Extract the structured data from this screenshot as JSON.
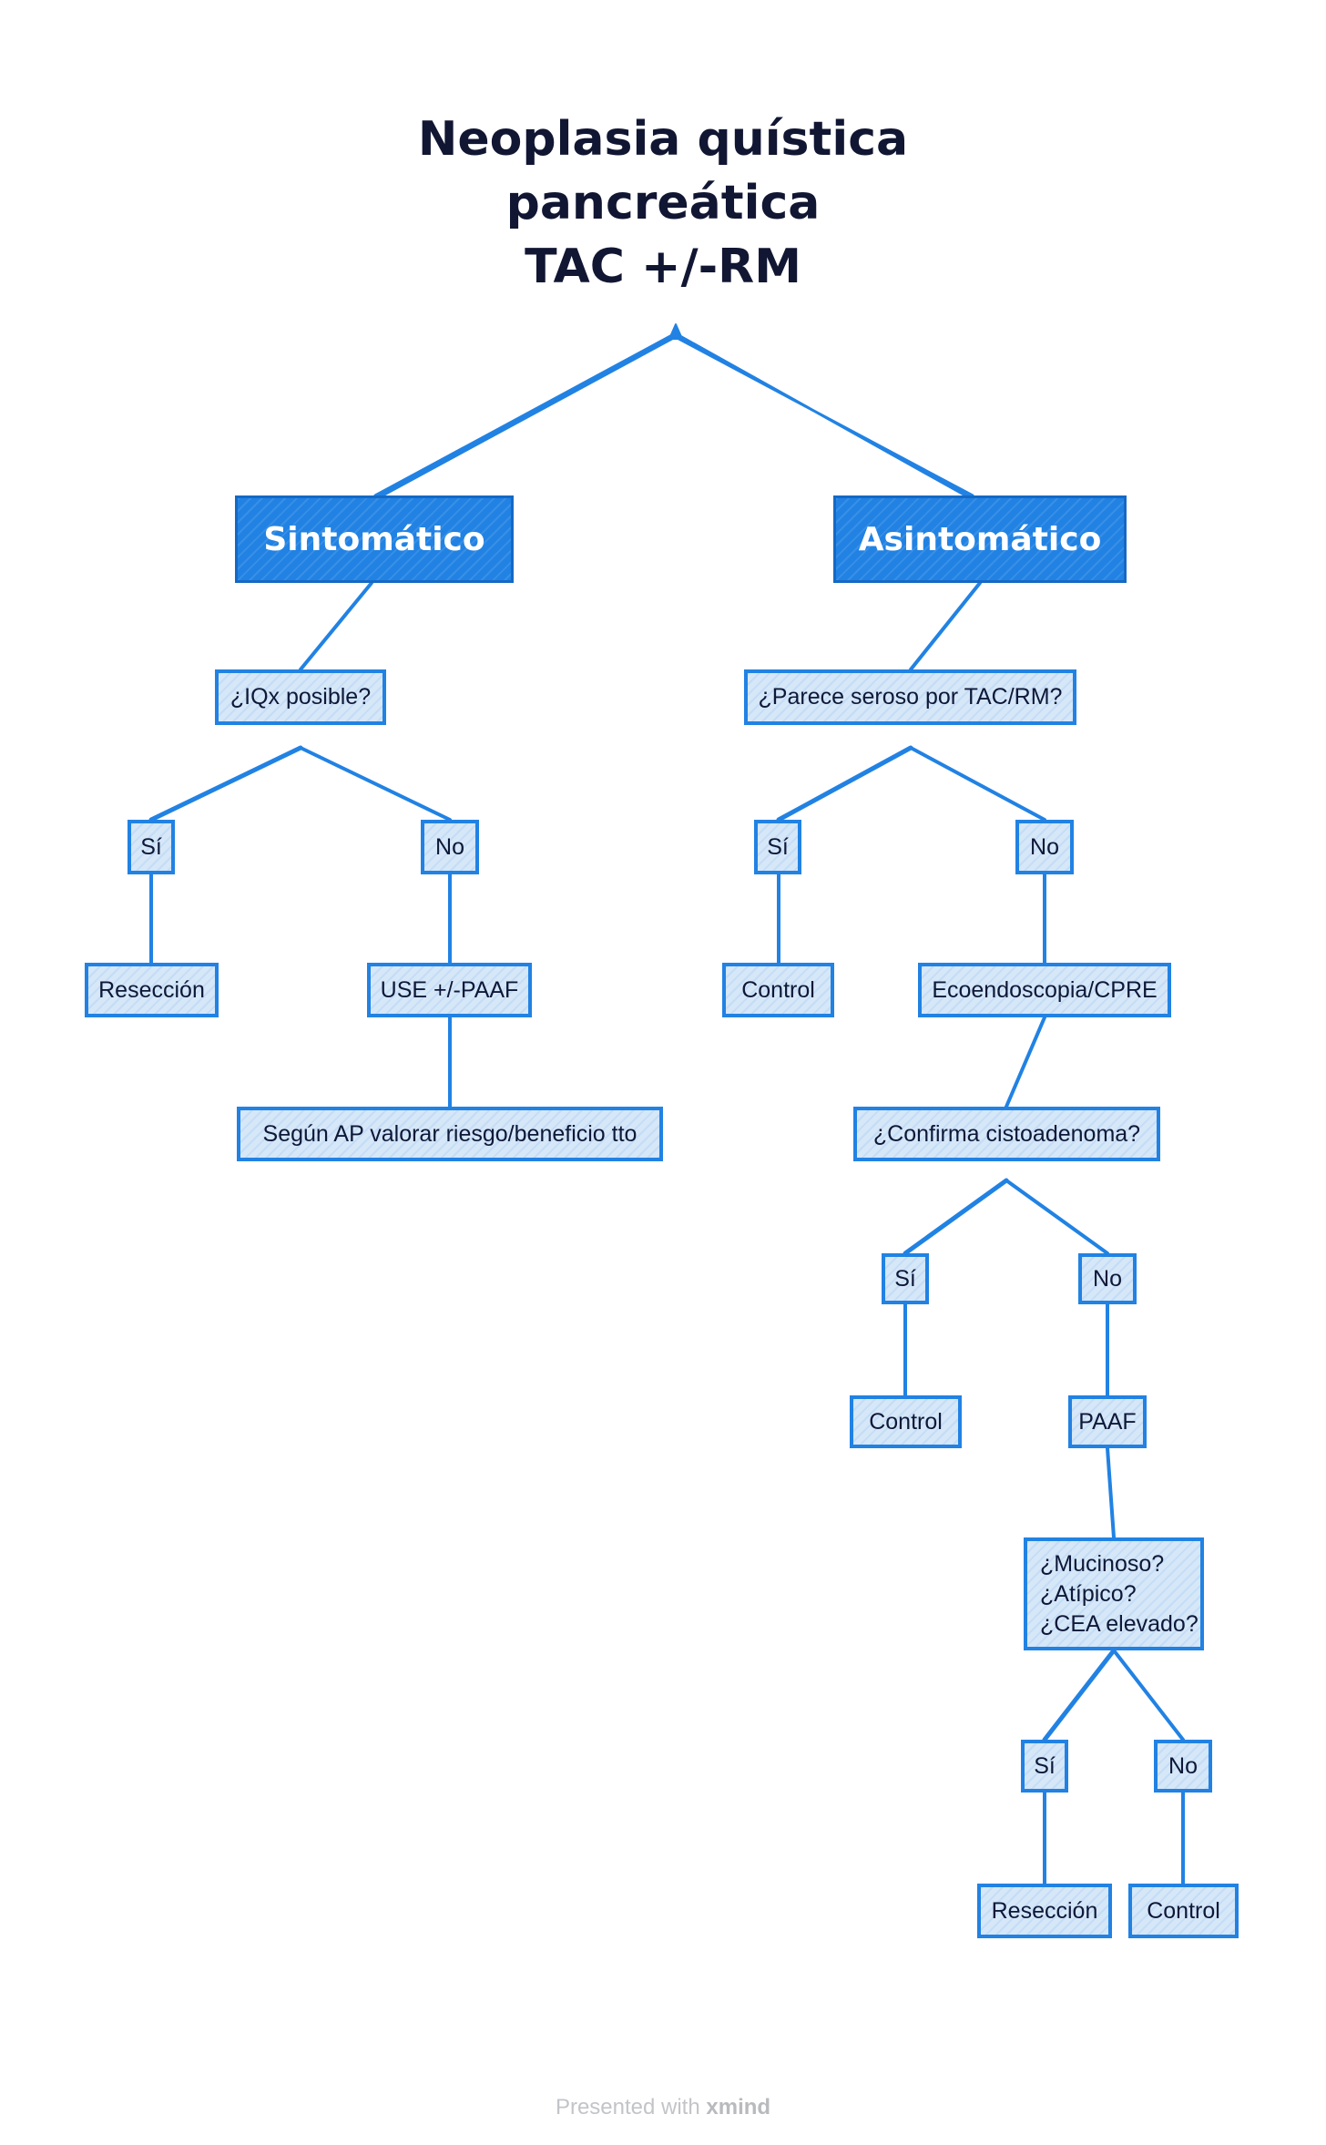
{
  "title": {
    "line1": "Neoplasia quística",
    "line2": "pancreática",
    "line3": "TAC +/-RM"
  },
  "nodes": {
    "sintomatico": "Sintomático",
    "asintomatico": "Asintomático",
    "iqx_posible": "¿IQx posible?",
    "iqx_si": "Sí",
    "iqx_no": "No",
    "reseccion_1": "Resección",
    "use_paaf": "USE +/-PAAF",
    "segun_ap": "Según AP valorar riesgo/beneficio tto",
    "parece_seroso": "¿Parece seroso por TAC/RM?",
    "seroso_si": "Sí",
    "seroso_no": "No",
    "control_1": "Control",
    "ecoendoscopia": "Ecoendoscopia/CPRE",
    "confirma_cistoadenoma": "¿Confirma cistoadenoma?",
    "cisto_si": "Sí",
    "cisto_no": "No",
    "control_2": "Control",
    "paaf": "PAAF",
    "mucinoso": {
      "line1": "¿Mucinoso?",
      "line2": "¿Atípico?",
      "line3": "¿CEA elevado?"
    },
    "muc_si": "Sí",
    "muc_no": "No",
    "reseccion_2": "Resección",
    "control_3": "Control"
  },
  "footer": {
    "presented": "Presented with",
    "brand": "xmind"
  },
  "colors": {
    "main_fill": "#2182e3",
    "sub_fill": "#d6e7f8",
    "border": "#2182e3",
    "connector": "#2182e3",
    "title_text": "#111633"
  }
}
